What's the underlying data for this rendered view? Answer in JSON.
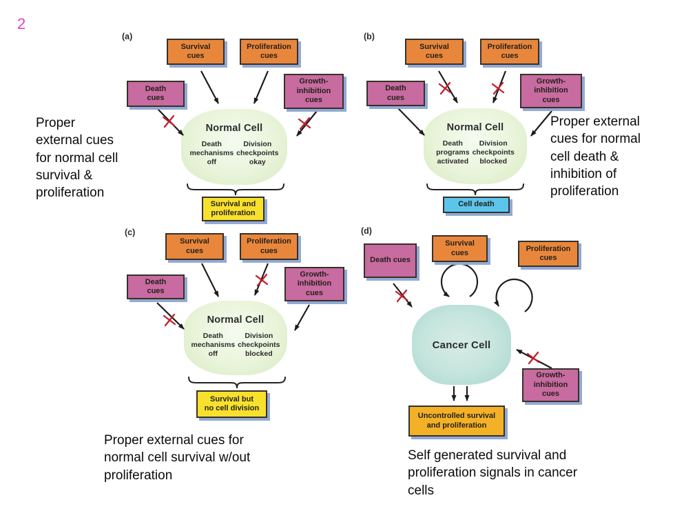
{
  "slide_number": "2",
  "palette": {
    "cue_orange": "#e8873c",
    "cue_pink": "#c76ba0",
    "result_yellow": "#f8e12c",
    "result_amber": "#f2b127",
    "result_blue": "#5bc5ec",
    "box_shadow_blue": "#93a9d4",
    "normal_cell_green": "#dcedc9",
    "cancer_cell_teal": "#abd8d1",
    "x_mark_red": "#c0202c",
    "slide_number_pink": "#e541c3"
  },
  "panels": {
    "a": {
      "label": "(a)",
      "cues": {
        "survival": "Survival\ncues",
        "proliferation": "Proliferation\ncues",
        "death": "Death\ncues",
        "growth": "Growth-\ninhibition\ncues"
      },
      "cell": {
        "title": "Normal Cell",
        "left": "Death\nmechanisms\noff",
        "right": "Division\ncheckpoints\nokay"
      },
      "result": "Survival and\nproliferation",
      "caption": "Proper\nexternal cues\nfor normal cell\nsurvival &\nproliferation"
    },
    "b": {
      "label": "(b)",
      "cues": {
        "survival": "Survival\ncues",
        "proliferation": "Proliferation\ncues",
        "death": "Death\ncues",
        "growth": "Growth-\ninhibition\ncues"
      },
      "cell": {
        "title": "Normal Cell",
        "left": "Death\nprograms\nactivated",
        "right": "Division\ncheckpoints\nblocked"
      },
      "result": "Cell death",
      "caption": "Proper external\ncues for normal\ncell death &\ninhibition of\nproliferation"
    },
    "c": {
      "label": "(c)",
      "cues": {
        "survival": "Survival\ncues",
        "proliferation": "Proliferation\ncues",
        "death": "Death\ncues",
        "growth": "Growth-\ninhibition\ncues"
      },
      "cell": {
        "title": "Normal Cell",
        "left": "Death\nmechanisms\noff",
        "right": "Division\ncheckpoints\nblocked"
      },
      "result": "Survival but\nno cell division",
      "caption": "Proper external cues for\nnormal cell survival w/out\nproliferation"
    },
    "d": {
      "label": "(d)",
      "cues": {
        "death": "Death cues",
        "survival": "Survival\ncues",
        "proliferation": "Proliferation\ncues",
        "growth": "Growth-\ninhibition\ncues"
      },
      "cell": {
        "title": "Cancer Cell"
      },
      "result": "Uncontrolled survival\nand proliferation",
      "caption": "Self generated survival and\nproliferation signals in cancer\ncells"
    }
  }
}
